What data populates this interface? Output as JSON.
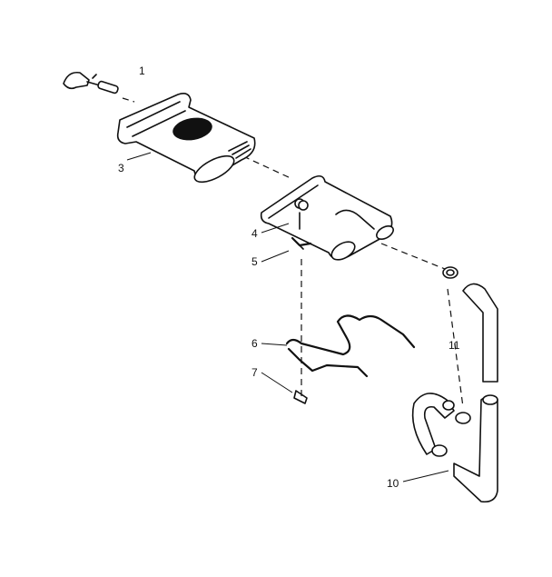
{
  "callouts": {
    "c1": "1",
    "c3": "3",
    "c4": "4",
    "c5": "5",
    "c6": "6",
    "c7": "7",
    "c10": "10",
    "c11": "11"
  }
}
